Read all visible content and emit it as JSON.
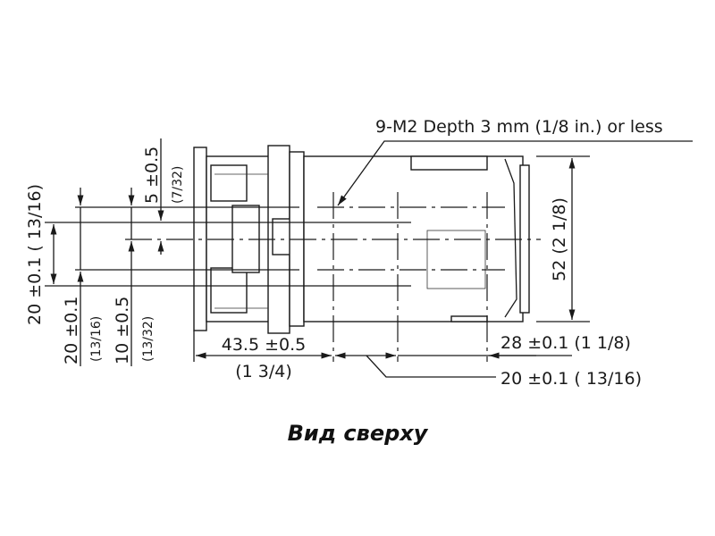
{
  "callout": {
    "label": "9-M2 Depth 3 mm (1/8 in.) or less"
  },
  "dimensions": {
    "height": "52 (2 1/8)",
    "length_front": "43.5 ±0.5",
    "length_front_inch": "(1 3/4)",
    "hole_spacing_x": "20 ±0.1 ( 13/16)",
    "rear_offset": "28 ±0.1 (1 1/8)",
    "left_spacing": "20 ±0.1 ( 13/16)",
    "hole_spacing_y": "20 ±0.1",
    "hole_spacing_y_inch": "(13/16)",
    "center_offset": "10 ±0.5",
    "center_offset_inch": "(13/32)",
    "small_offset": "5 ±0.5",
    "small_offset_inch": "(7/32)"
  },
  "caption": "Вид сверху"
}
